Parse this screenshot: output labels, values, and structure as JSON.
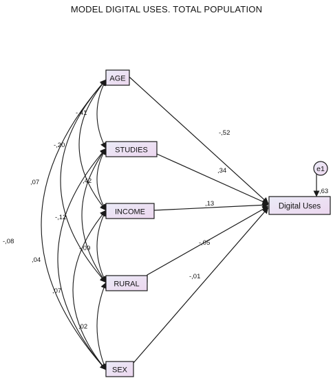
{
  "title": "MODEL DIGITAL USES. TOTAL POPULATION",
  "colors": {
    "box_fill_start": "#ebebf7",
    "box_fill_end": "#ecd7ef",
    "stroke": "#1a1a1a"
  },
  "nodes": {
    "age": "AGE",
    "studies": "STUDIES",
    "income": "INCOME",
    "rural": "RURAL",
    "sex": "SEX",
    "digital_uses": "Digital Uses",
    "error": "e1"
  },
  "paths": {
    "age_to_digital": "-,52",
    "studies_to_digital": ",34",
    "income_to_digital": ",13",
    "rural_to_digital": "-,05",
    "sex_to_digital": "-,01",
    "r_squared": ",63"
  },
  "correlations": {
    "age_studies": "-,41",
    "age_income": "-,20",
    "age_rural": ",07",
    "age_sex": "-,08",
    "studies_income": ",42",
    "studies_rural": "-,12",
    "studies_sex": ",04",
    "income_rural": "-,09",
    "income_sex": ",07",
    "rural_sex": ",02"
  }
}
